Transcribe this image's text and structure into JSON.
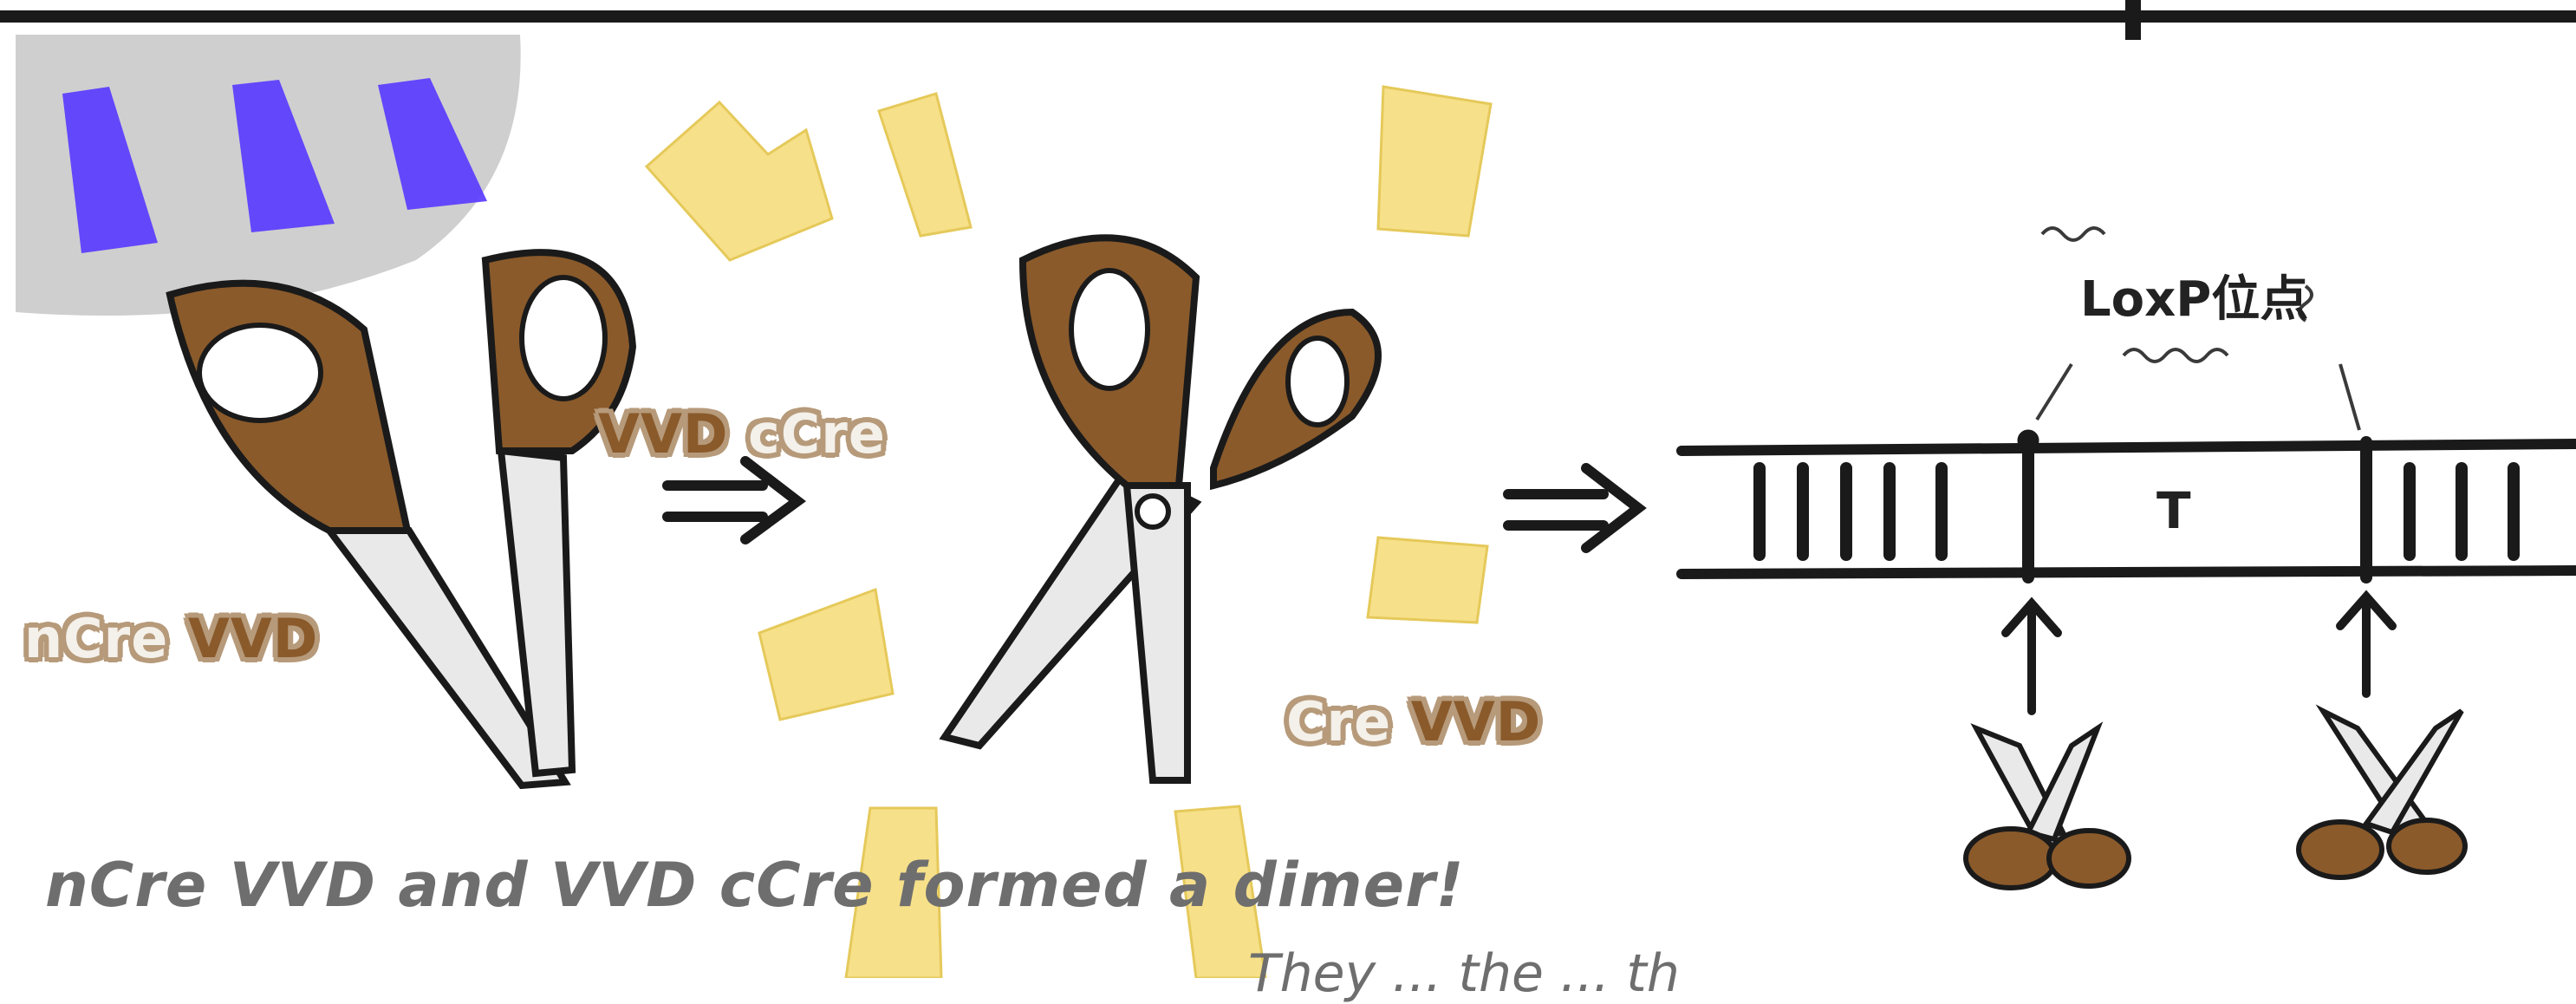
{
  "labels": {
    "ncre_vvd": {
      "part1": "nCre",
      "part2": "VVD"
    },
    "vvd_ccre": {
      "part1": "VVD",
      "part2": "cCre"
    },
    "cre_vvd": {
      "part1": "Cre",
      "part2": "VVD"
    },
    "loxp": "LoxP位点",
    "t_segment": "T",
    "caption": "nCre VVD and VVD cCre formed a dimer!",
    "caption_partial": "They ... the ... th"
  },
  "colors": {
    "handle": "#8a5a2b",
    "blade": "#e9e9e9",
    "spark": "#f7e08a",
    "uv_light": "#5a3cff",
    "lamp_glow": "#cfcfcf",
    "tag_border": "#b69a7a",
    "ink": "#1a1a1a"
  },
  "icons": [
    "uv-light-icon",
    "split-scissors-icon",
    "joined-scissors-icon",
    "small-scissors-icon",
    "arrow-icon",
    "dna-strand-icon"
  ]
}
